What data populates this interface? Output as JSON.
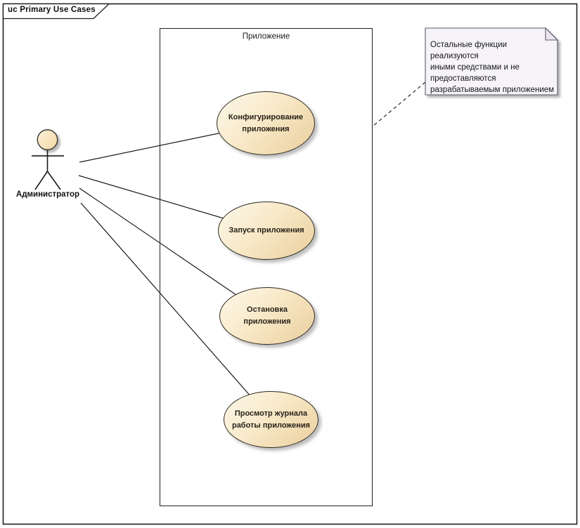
{
  "frame": {
    "title": "uc Primary Use Cases"
  },
  "system_boundary": {
    "label": "Приложение"
  },
  "actor": {
    "name": "Администратор"
  },
  "use_cases": [
    {
      "id": "configure-application",
      "label": "Конфигурирование приложения",
      "label_lines": [
        "Конфигурирование",
        "приложения"
      ]
    },
    {
      "id": "start-application",
      "label": "Запуск приложения",
      "label_lines": [
        "Запуск приложения"
      ]
    },
    {
      "id": "stop-application",
      "label": "Остановка приложения",
      "label_lines": [
        "Остановка",
        "приложения"
      ]
    },
    {
      "id": "view-application-log",
      "label": "Просмотр журнала работы приложения",
      "label_lines": [
        "Просмотр журнала",
        "работы приложения"
      ]
    }
  ],
  "note": {
    "text": "Остальные функции реализуются иными средствами и не предоставляются разрабатываемым приложением",
    "lines": [
      "Остальные функции реализуются",
      "иными средствами и не",
      "предоставляются",
      "разрабатываемым приложением"
    ]
  },
  "colors": {
    "usecase_fill_light": "#fdf8ec",
    "usecase_fill_dark": "#ebcf9e",
    "usecase_border": "#2e2a20",
    "note_fill": "#f6f3f9",
    "line_color": "#1f1f1f"
  }
}
